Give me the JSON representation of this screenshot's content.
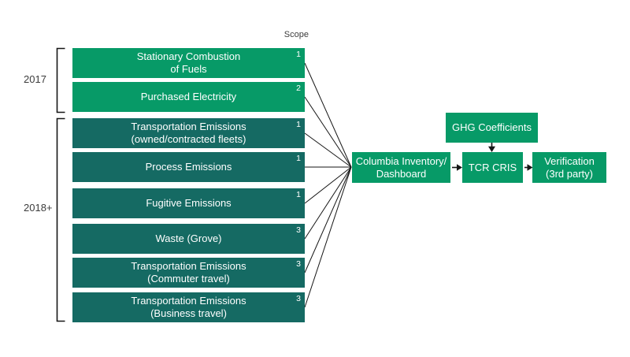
{
  "colors": {
    "green": "#079a67",
    "teal": "#156a63",
    "line": "#161616",
    "label_text": "#3c3c3c",
    "box_text": "#ffffff"
  },
  "scope_header": "Scope",
  "groups": [
    {
      "label": "2017",
      "boxes": [
        {
          "label": "Stationary Combustion\nof Fuels",
          "scope": "1"
        },
        {
          "label": "Purchased Electricity",
          "scope": "2"
        }
      ]
    },
    {
      "label": "2018+",
      "boxes": [
        {
          "label": "Transportation Emissions\n(owned/contracted fleets)",
          "scope": "1"
        },
        {
          "label": "Process Emissions",
          "scope": "1"
        },
        {
          "label": "Fugitive Emissions",
          "scope": "1"
        },
        {
          "label": "Waste (Grove)",
          "scope": "3"
        },
        {
          "label": "Transportation Emissions\n(Commuter travel)",
          "scope": "3"
        },
        {
          "label": "Transportation Emissions\n(Business travel)",
          "scope": "3"
        }
      ]
    }
  ],
  "flow": {
    "dashboard": "Columbia Inventory/\nDashboard",
    "coefficients": "GHG Coefficients",
    "tcr": "TCR CRIS",
    "verification": "Verification\n(3rd party)"
  }
}
